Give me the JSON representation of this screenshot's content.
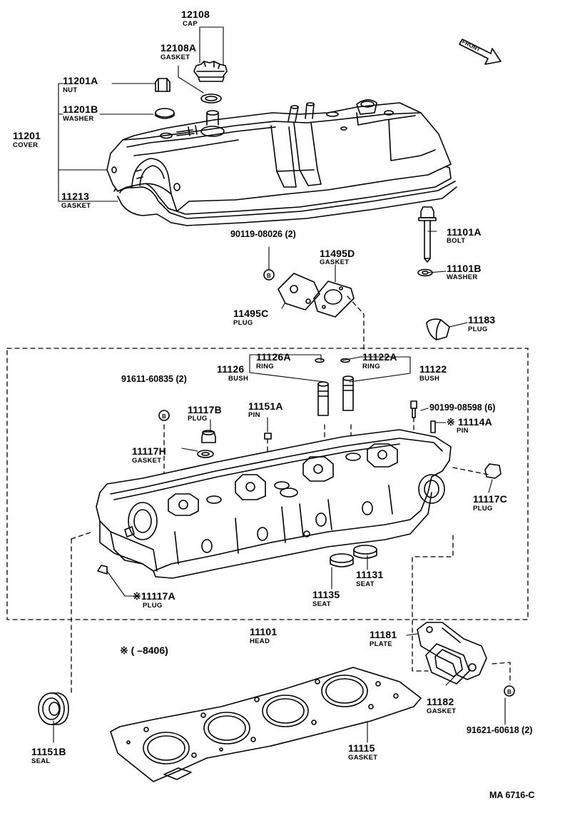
{
  "parts": {
    "cap": {
      "number": "12108",
      "name": "CAP"
    },
    "cap_gasket": {
      "number": "12108A",
      "name": "GASKET"
    },
    "nut": {
      "number": "11201A",
      "name": "NUT"
    },
    "washer": {
      "number": "11201B",
      "name": "WASHER"
    },
    "cover": {
      "number": "11201",
      "name": "COVER"
    },
    "cover_gasket": {
      "number": "11213",
      "name": "GASKET"
    },
    "bolt_plug": {
      "number": "90119-08026 (2)"
    },
    "plug_gasket": {
      "number": "11495D",
      "name": "GASKET"
    },
    "plug": {
      "number": "11495C",
      "name": "PLUG"
    },
    "bolt": {
      "number": "11101A",
      "name": "BOLT"
    },
    "bolt_washer": {
      "number": "11101B",
      "name": "WASHER"
    },
    "plug_11183": {
      "number": "11183",
      "name": "PLUG"
    },
    "ring_a": {
      "number": "11126A",
      "name": "RING"
    },
    "ring_b": {
      "number": "11122A",
      "name": "RING"
    },
    "bush_a": {
      "number": "11126",
      "name": "BUSH"
    },
    "bush_b": {
      "number": "11122",
      "name": "BUSH"
    },
    "bolt_bush": {
      "number": "91611-60835 (2)"
    },
    "plug_11117b": {
      "number": "11117B",
      "name": "PLUG"
    },
    "pin": {
      "number": "11151A",
      "name": "PIN"
    },
    "bolt_90199": {
      "number": "90199-08598 (6)"
    },
    "pin_11114a": {
      "number": "※ 11114A",
      "name": "PIN"
    },
    "gasket_11117h": {
      "number": "11117H",
      "name": "GASKET"
    },
    "plug_11117c": {
      "number": "11117C",
      "name": "PLUG"
    },
    "seat_11131": {
      "number": "11131",
      "name": "SEAT"
    },
    "seat_11135": {
      "number": "11135",
      "name": "SEAT"
    },
    "plug_11117a": {
      "number": "※11117A",
      "name": "PLUG"
    },
    "head": {
      "number": "11101",
      "name": "HEAD"
    },
    "plate": {
      "number": "11181",
      "name": "PLATE"
    },
    "gasket_11182": {
      "number": "11182",
      "name": "GASKET"
    },
    "bolt_91621": {
      "number": "91621-60618 (2)"
    },
    "seal": {
      "number": "11151B",
      "name": "SEAL"
    },
    "head_gasket": {
      "number": "11115",
      "name": "GASKET"
    }
  },
  "note": "※ (        –8406)",
  "front_label": "FRONT",
  "diagram_code": "MA 6716-C",
  "symbol_b": "B"
}
